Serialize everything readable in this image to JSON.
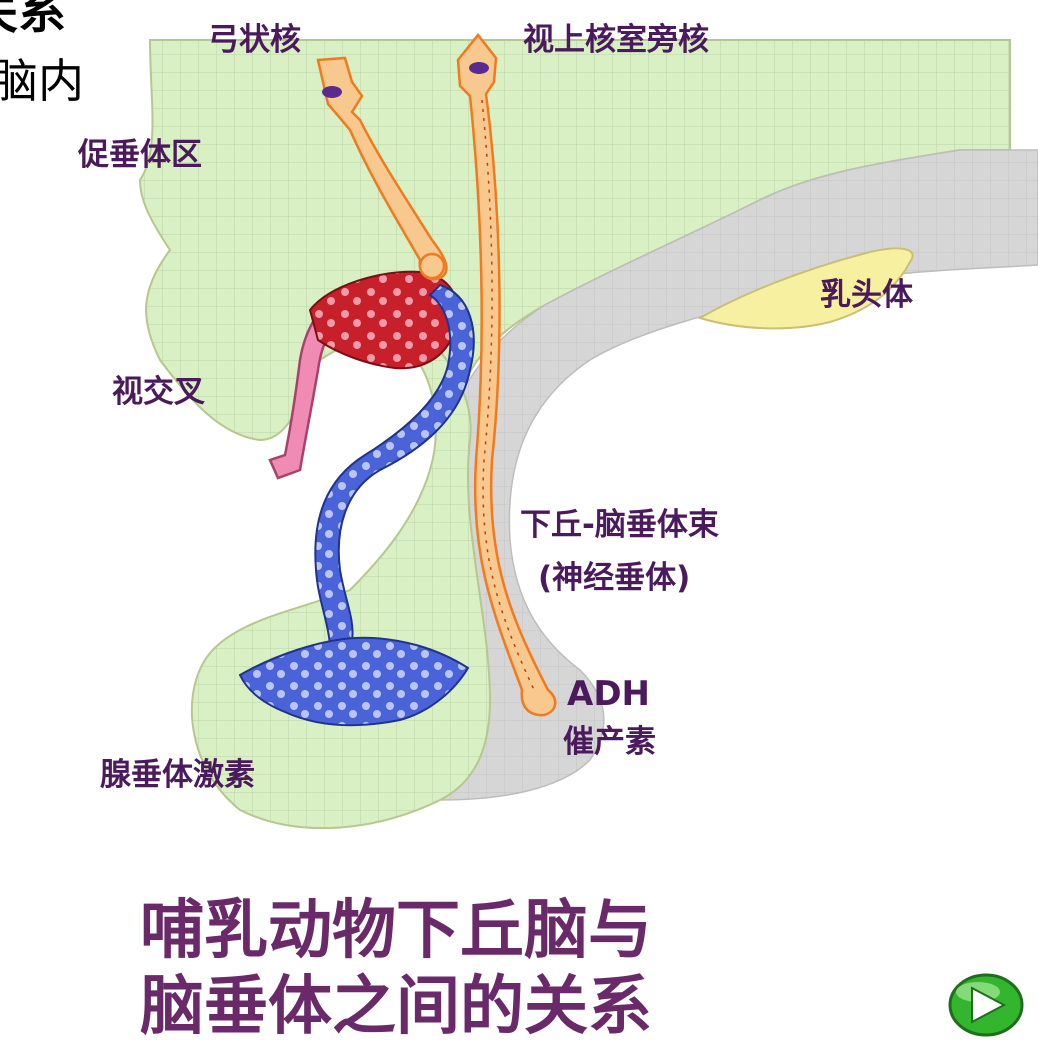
{
  "corner_text": {
    "line1": "关系",
    "line2": "脑内"
  },
  "labels": {
    "arcuate_nucleus": "弓状核",
    "supraoptic_paraventricular": "视上核室旁核",
    "hypophysiotropic_area": "促垂体区",
    "mammillary_body": "乳头体",
    "optic_chiasm": "视交叉",
    "tract_line1": "下丘-脑垂体束",
    "tract_line2": "(神经垂体)",
    "adh": "ADH",
    "oxytocin": "催产素",
    "tropic_hormones": "腺垂体激素"
  },
  "caption": {
    "line1": "哺乳动物下丘脑与",
    "line2": "脑垂体之间的关系"
  },
  "play_button": {
    "icon": "play-icon"
  },
  "colors": {
    "hypothalamus": "#d9efc4",
    "grid": "#b9cfa6",
    "brainstem": "#d6d6d6",
    "mammillary": "#f6f0a0",
    "neuron_fill": "#f7c98e",
    "neuron_stroke": "#f07a20",
    "portal_red": "#c8202a",
    "portal_blue": "#4a63d8",
    "portal_pink": "#f08cb4",
    "label": "#4a1a5c",
    "caption": "#6a2a6a",
    "play": "#33b52e"
  }
}
